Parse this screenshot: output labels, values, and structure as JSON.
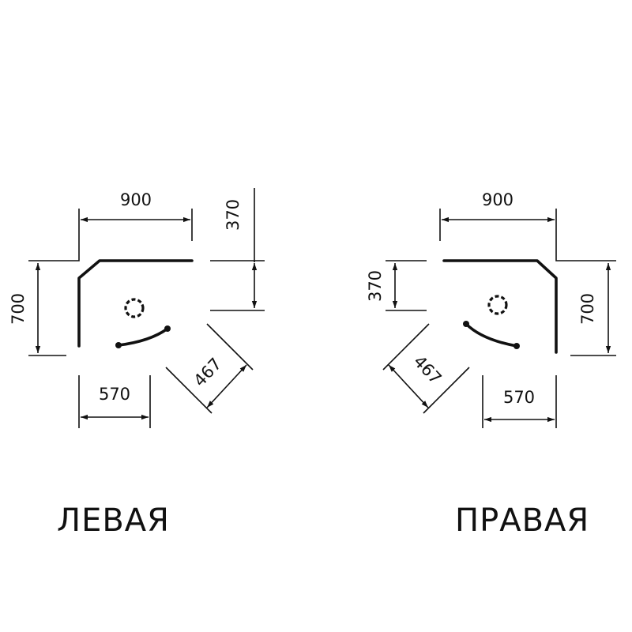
{
  "diagrams": [
    {
      "caption": "ЛЕВАЯ",
      "dims": {
        "width_top": "900",
        "depth_small": "370",
        "depth_side": "700",
        "door": "467",
        "width_bottom": "570"
      }
    },
    {
      "caption": "ПРАВАЯ",
      "dims": {
        "width_top": "900",
        "depth_small": "370",
        "depth_side": "700",
        "door": "467",
        "width_bottom": "570"
      }
    }
  ]
}
